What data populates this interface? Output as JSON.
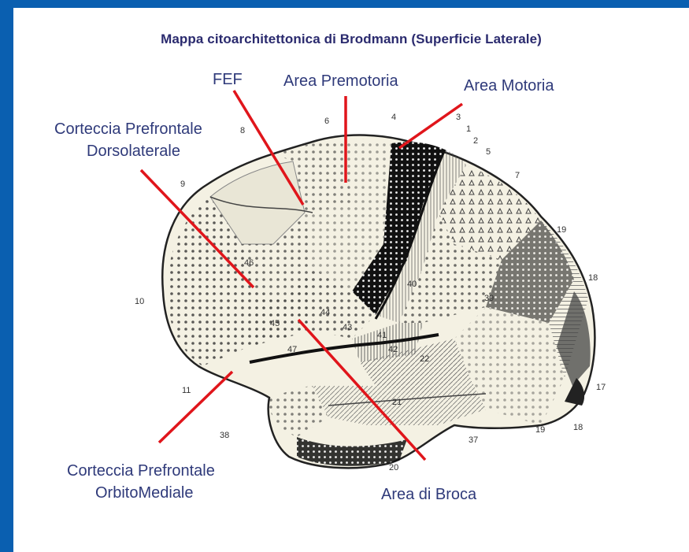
{
  "title": "Mappa citoarchitettonica di Brodmann (Superficie Laterale)",
  "labels": {
    "fef": "FEF",
    "premotor": "Area Premotoria",
    "motor": "Area Motoria",
    "dlpfc_line1": "Corteccia Prefrontale",
    "dlpfc_line2": "Dorsolaterale",
    "ofc_line1": "Corteccia Prefrontale",
    "ofc_line2": "OrbitoMediale",
    "broca": "Area di Broca"
  },
  "area_numbers": [
    "8",
    "6",
    "4",
    "3",
    "1",
    "2",
    "5",
    "7",
    "9",
    "46",
    "10",
    "19",
    "18",
    "39",
    "40",
    "44",
    "45",
    "47",
    "43",
    "41",
    "42",
    "22",
    "21",
    "17",
    "18",
    "19",
    "37",
    "20",
    "38",
    "11"
  ],
  "colors": {
    "background": "#0A5FB0",
    "slide": "#FFFFFF",
    "pointer": "#E0151B",
    "title": "#2A2A6E",
    "label": "#2F3A7A",
    "cortex": "#F4F1E3",
    "cortex_outline": "#222222"
  }
}
